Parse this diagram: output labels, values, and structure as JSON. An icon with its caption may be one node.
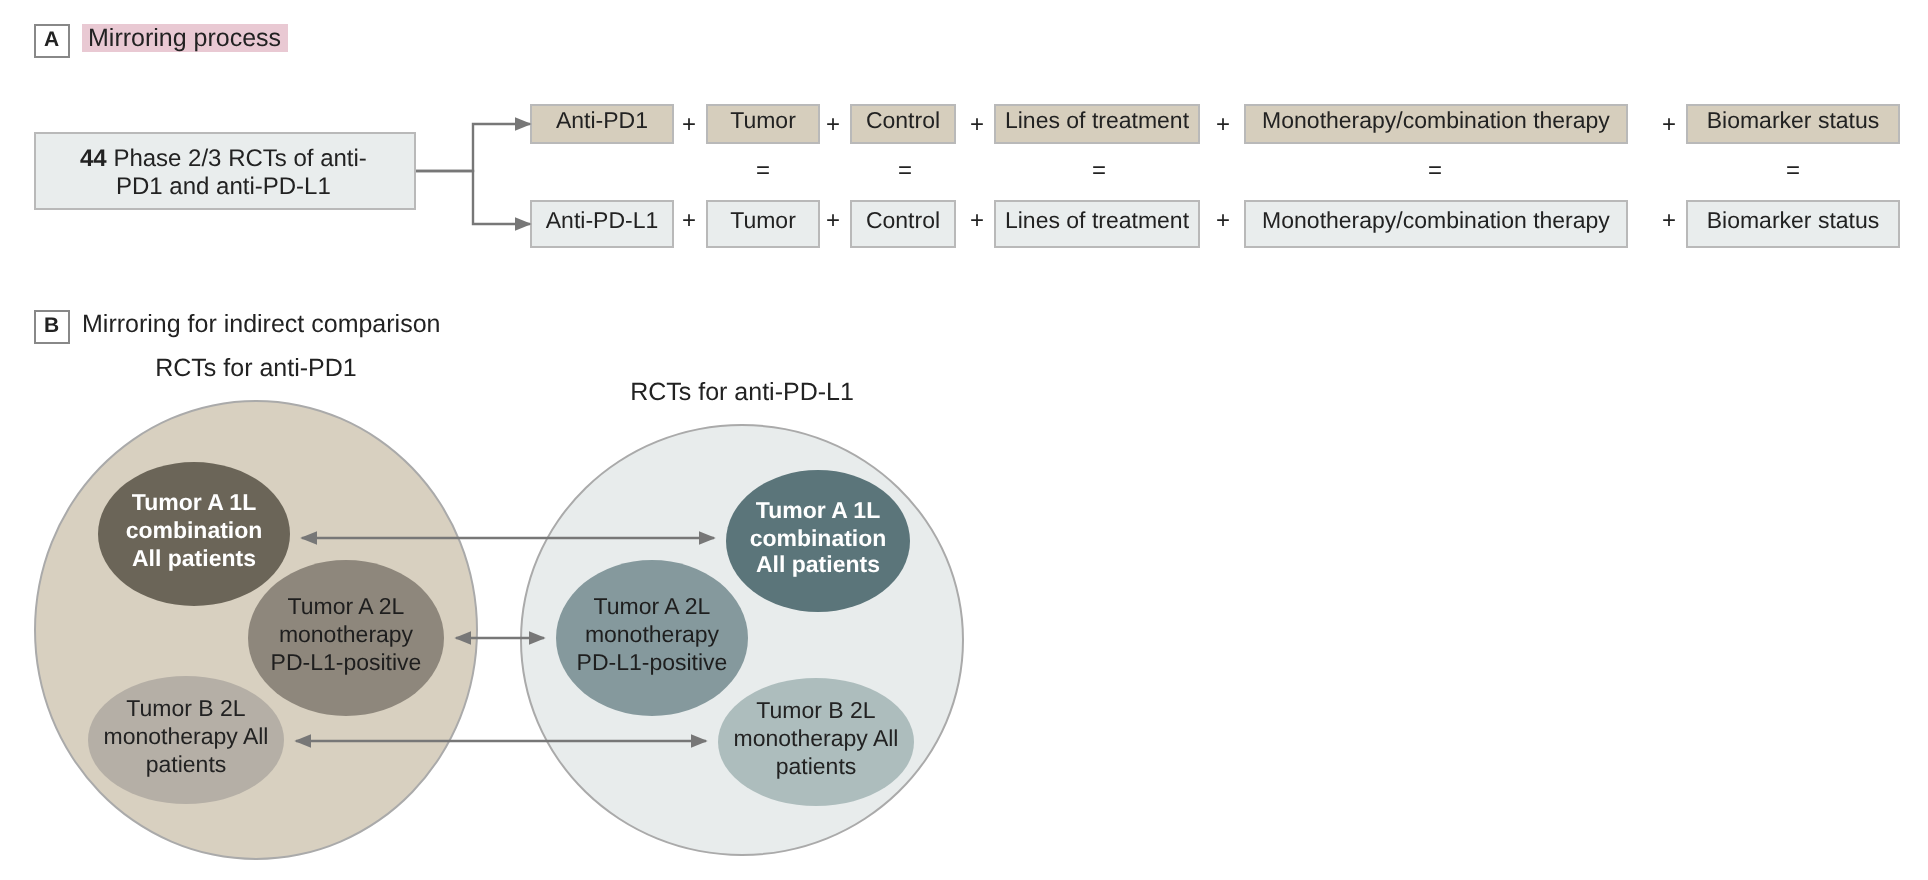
{
  "diagram": {
    "nodes": [
      {
        "text": [
          "**44** Phase 2/3 RCTs of anti-PD1 and anti-PD-L1"
        ]
      },
      {
        "text": [
          "Anti-PD1"
        ]
      },
      {
        "text": [
          "Tumor"
        ]
      },
      {
        "text": [
          "Control"
        ]
      },
      {
        "text": [
          "Lines of treatment"
        ]
      },
      {
        "text": [
          "Monotherapy/combination therapy"
        ]
      },
      {
        "text": [
          "Biomarker status"
        ]
      },
      {
        "text": [
          "Anti-PD-L1"
        ]
      },
      {
        "text": [
          "Tumor"
        ]
      },
      {
        "text": [
          "Control"
        ]
      },
      {
        "text": [
          "Lines of treatment"
        ]
      },
      {
        "text": [
          "Monotherapy/combination therapy"
        ]
      },
      {
        "text": [
          "Biomarker status"
        ]
      },
      {
        "text": [
          "RCTs for anti-PD1"
        ]
      },
      {
        "text": [
          "Tumor A 1L combination All patients"
        ],
        "in": 13
      },
      {
        "text": [
          "Tumor A 2L monotherapy PD-L1-positive"
        ],
        "in": 13
      },
      {
        "text": [
          "Tumor B 2L monotherapy All patients"
        ],
        "in": 13
      },
      {
        "text": [
          "RCTs for anti-PD-L1"
        ]
      },
      {
        "text": [
          "Tumor A 1L combination All patients"
        ],
        "in": 17
      },
      {
        "text": [
          "Tumor A 2L monotherapy PD-L1-positive"
        ],
        "in": 17
      },
      {
        "text": [
          "Tumor B 2L monotherapy All patients"
        ],
        "in": 17
      }
    ],
    "edges": [
      {
        "from": 0,
        "to": 1,
        "arrow": "to"
      },
      {
        "from": 0,
        "to": 7,
        "arrow": "to"
      },
      {
        "from": 14,
        "to": 18,
        "arrow": "both"
      },
      {
        "from": 15,
        "to": 19,
        "arrow": "both"
      },
      {
        "from": 16,
        "to": 20,
        "arrow": "both"
      }
    ],
    "labels": [
      "A",
      "Mirroring process",
      "+",
      "+",
      "+",
      "+",
      "+",
      "=",
      "=",
      "=",
      "=",
      "=",
      "+",
      "+",
      "+",
      "+",
      "+",
      "B",
      "Mirroring for indirect comparison"
    ]
  }
}
